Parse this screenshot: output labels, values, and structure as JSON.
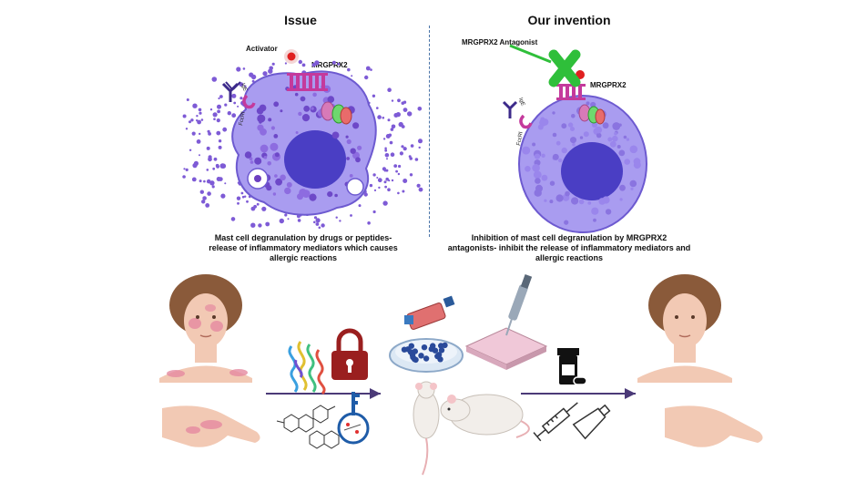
{
  "issue_panel": {
    "heading": "Issue",
    "activator_label": "Activator",
    "receptor_label": "MRGPRX2",
    "ige_label": "IgE",
    "fcer_label": "FcεRI",
    "caption_line1": "Mast cell degranulation by drugs or peptides-",
    "caption_line2": "release of inflammatory mediators which causes",
    "caption_line3": "allergic reactions"
  },
  "invention_panel": {
    "heading": "Our invention",
    "antagonist_label": "MRGPRX2 Antagonist",
    "receptor_label": "MRGPRX2",
    "ige_label": "IgE",
    "fcer_label": "FcεRI",
    "caption_line1": "Inhibition of mast cell degranulation by MRGPRX2",
    "caption_line2": "antagonists- inhibit the release of inflammatory mediators and",
    "caption_line3": "allergic reactions"
  },
  "colors": {
    "cell_fill": "#a99cf0",
    "cell_stroke": "#6d5ad0",
    "nucleus": "#4a3ec4",
    "granule": "#7e5bd6",
    "receptor": "#c43a9c",
    "activator": "#e02020",
    "antagonist_x": "#2fbf3a",
    "arrow": "#4b3a78",
    "skin": "#f2c9b4",
    "rash": "#e58aa0",
    "hair": "#8a5a3a"
  },
  "icons": [
    "mast-cell-icon",
    "activator-icon",
    "antibody-icon",
    "receptor-icon",
    "protein-structure-icon",
    "padlock-icon",
    "key-icon",
    "chemical-structure-icon",
    "flask-icon",
    "petri-dish-icon",
    "pipette-icon",
    "well-plate-icon",
    "mouse-icon",
    "rat-icon",
    "pill-bottle-icon",
    "syringe-icon",
    "ointment-tube-icon",
    "patient-rash-icon",
    "hand-rash-icon",
    "patient-healthy-icon",
    "hand-healthy-icon"
  ]
}
